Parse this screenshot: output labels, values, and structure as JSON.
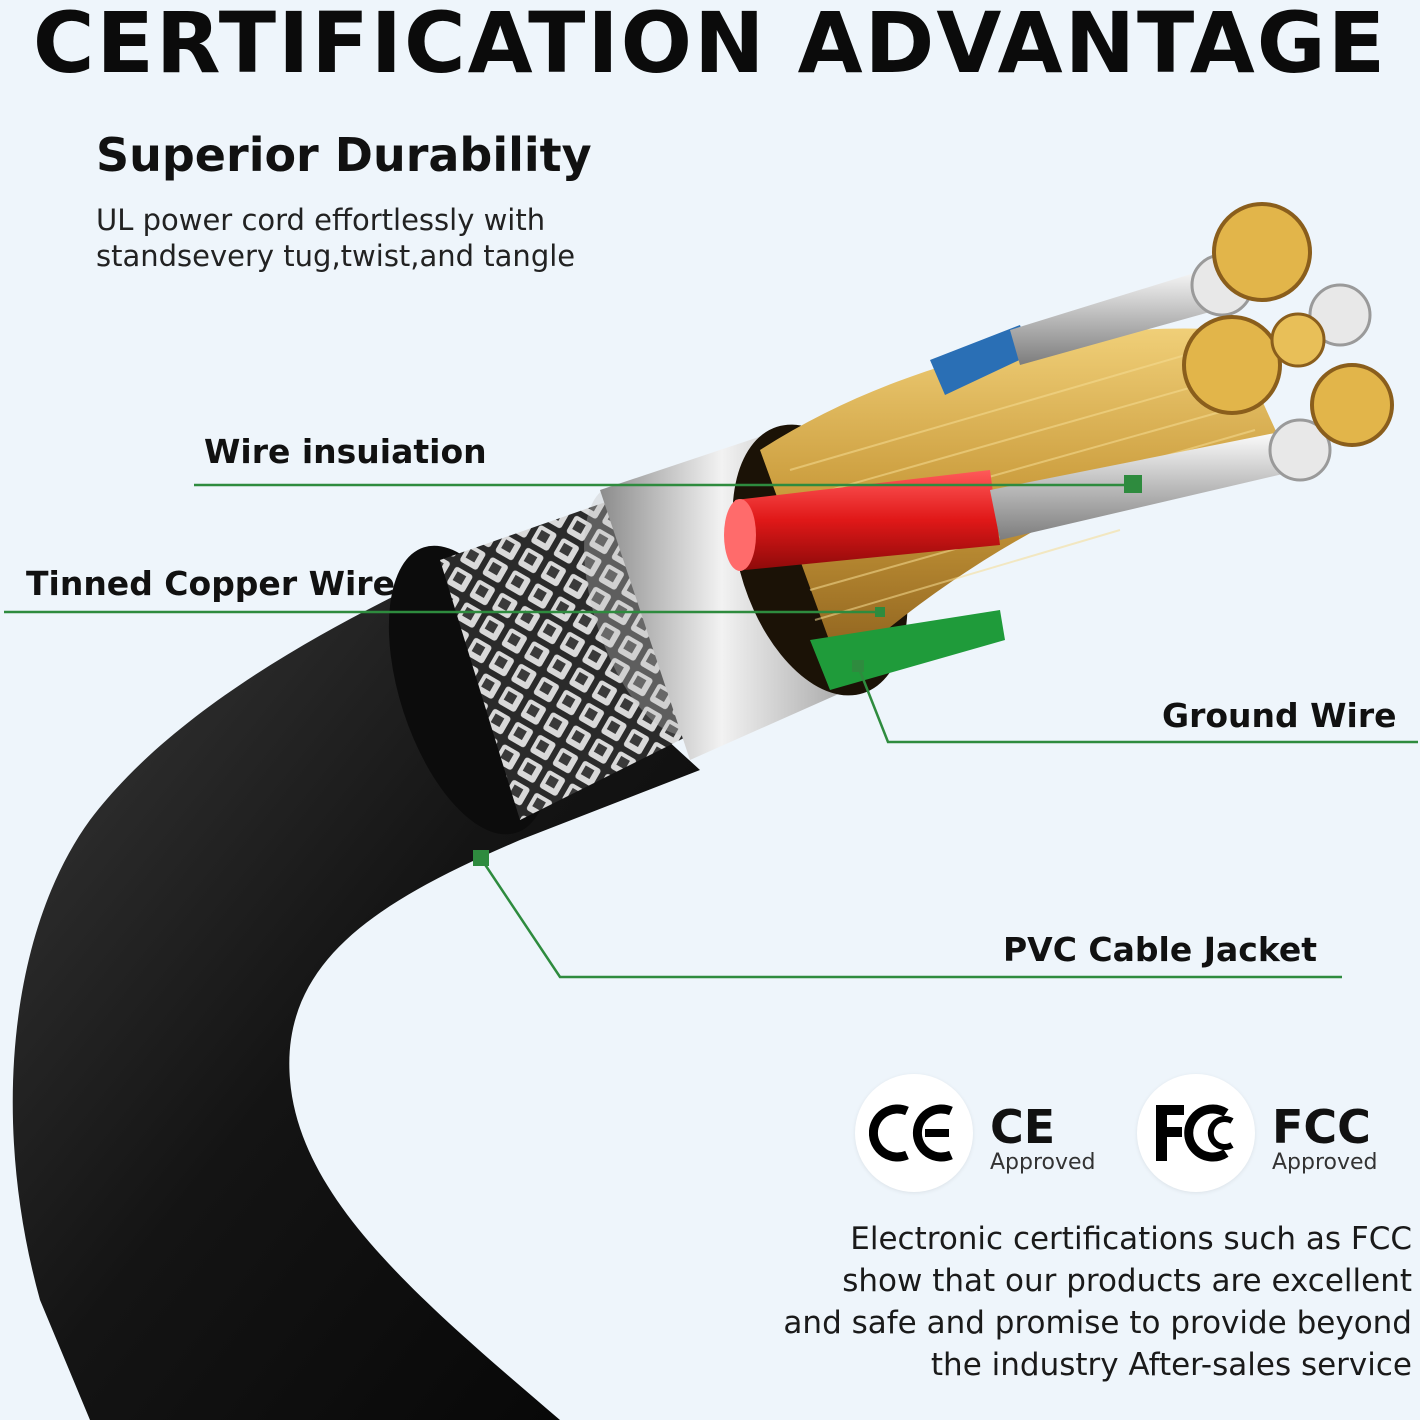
{
  "headline": "CERTIFICATION ADVANTAGE",
  "feature": {
    "title": "Superior Durability",
    "description_lines": [
      "UL power cord effortlessly with",
      "standsevery tug,twist,and tangle"
    ]
  },
  "callouts": [
    {
      "label": "Wire insuiation"
    },
    {
      "label": "Tinned Copper Wire"
    },
    {
      "label": "Ground Wire"
    },
    {
      "label": "PVC Cable Jacket"
    }
  ],
  "certifications": [
    {
      "name": "CE",
      "status": "Approved",
      "icon": "ce-mark-icon"
    },
    {
      "name": "FCC",
      "status": "Approved",
      "icon": "fcc-mark-icon"
    }
  ],
  "body_lines": [
    "Electronic certifications such as FCC",
    "show that our products are excellent",
    "and safe and promise to provide beyond",
    "the industry After-sales service"
  ],
  "colors": {
    "background": "#eef5fb",
    "callout_line": "#2e8b3e",
    "cable_jacket": "#151515",
    "copper": "#c99a3a",
    "red_wire": "#e01818"
  }
}
